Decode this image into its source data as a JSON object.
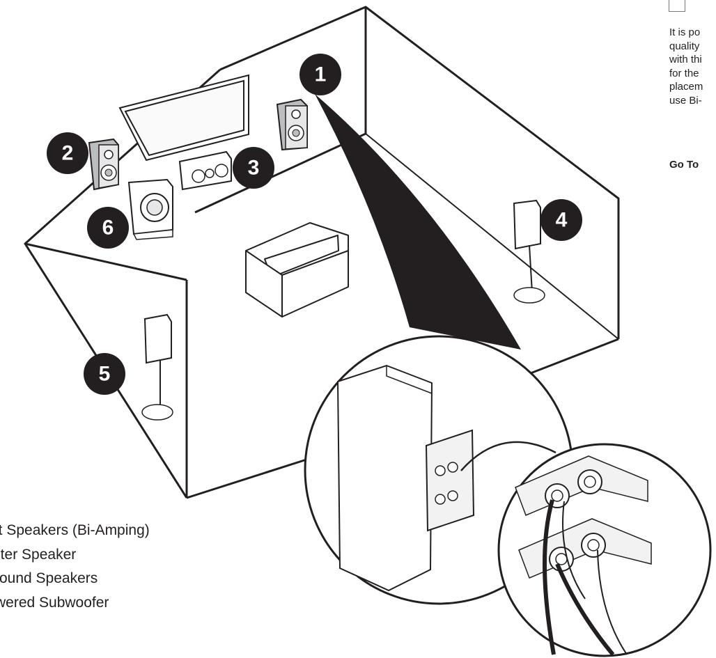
{
  "side_panel": {
    "lines": [
      "It is po",
      "quality",
      "with thi",
      "for the",
      "placem",
      "use Bi-"
    ],
    "link": "Go To"
  },
  "badges": [
    "1",
    "2",
    "3",
    "4",
    "5",
    "6"
  ],
  "legend": [
    "nt Speakers (Bi-Amping)",
    "nter Speaker",
    "round Speakers",
    "wered Subwoofer"
  ]
}
